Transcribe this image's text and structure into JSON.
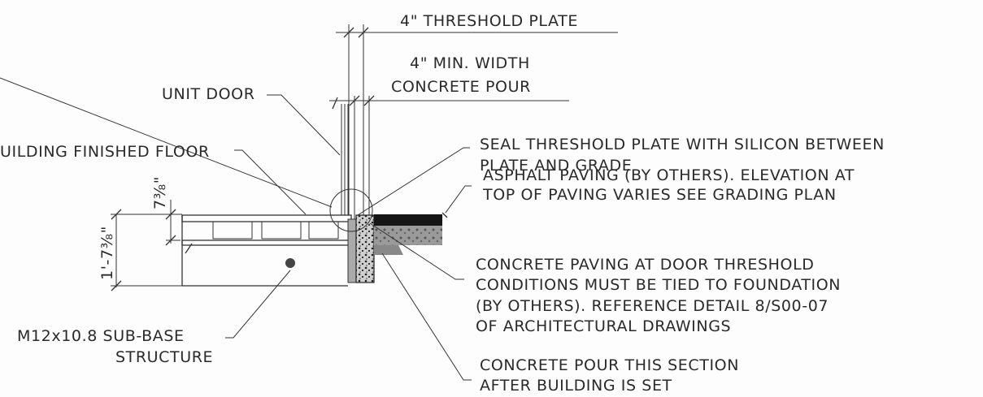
{
  "labels": {
    "threshold_plate": "4\" THRESHOLD PLATE",
    "min_width_line1": "4\" MIN. WIDTH",
    "min_width_line2": "CONCRETE POUR",
    "unit_door": "UNIT DOOR",
    "finished_floor": "UILDING FINISHED FLOOR",
    "seal_line1": "SEAL THRESHOLD PLATE WITH SILICON BETWEEN",
    "seal_line2": "PLATE AND GRADE",
    "asphalt_line1": "ASPHALT PAVING (BY OTHERS). ELEVATION AT",
    "asphalt_line2": "TOP OF PAVING VARIES SEE GRADING PLAN",
    "concrete_paving_line1": "CONCRETE PAVING AT DOOR THRESHOLD",
    "concrete_paving_line2": "CONDITIONS MUST BE TIED TO FOUNDATION",
    "concrete_paving_line3": "(BY OTHERS). REFERENCE DETAIL 8/S00-07",
    "concrete_paving_line4": "OF ARCHITECTURAL DRAWINGS",
    "sub_base_line1": "M12x10.8 SUB-BASE",
    "sub_base_line2": "STRUCTURE",
    "pour_section_line1": "CONCRETE POUR THIS SECTION",
    "pour_section_line2": "AFTER BUILDING IS SET",
    "dim_small": "7⅜\"",
    "dim_large": "1'-7⅜\""
  }
}
